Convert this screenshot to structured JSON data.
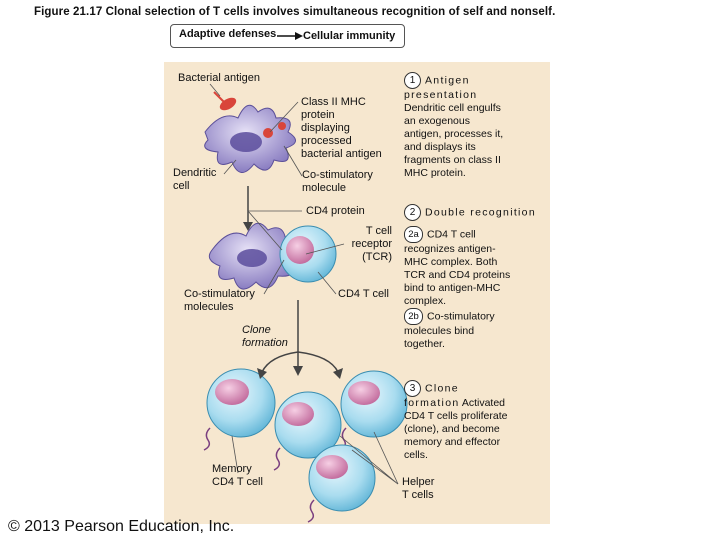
{
  "title": "Figure 21.17 Clonal selection of T cells involves simultaneous recognition of self and nonself.",
  "breadcrumb": {
    "from": "Adaptive defenses",
    "to": "Cellular immunity"
  },
  "labels": {
    "bacterial_antigen": "Bacterial antigen",
    "class2": "Class II MHC\nprotein\ndisplaying\nprocessed\nbacterial antigen",
    "dendritic_cell": "Dendritic\ncell",
    "costim_molecule": "Co-stimulatory\nmolecule",
    "cd4_protein": "CD4 protein",
    "tcr": "T cell\nreceptor\n(TCR)",
    "costim_molecules": "Co-stimulatory\nmolecules",
    "cd4_tcell": "CD4 T cell",
    "clone_formation": "Clone\nformation",
    "memory_cd4": "Memory\nCD4 T cell",
    "helper_tcells": "Helper\nT cells"
  },
  "steps": {
    "s1_num": "1",
    "s1_title": "Antigen\npresentation",
    "s1_text": "Dendritic cell engulfs\nan exogenous\nantigen, processes it,\nand displays its\nfragments on class II\nMHC protein.",
    "s2_num": "2",
    "s2_title": "Double recognition",
    "s2a_num": "2a",
    "s2a_text": "CD4 T cell\nrecognizes antigen-\nMHC complex. Both\nTCR and CD4 proteins\nbind to antigen-MHC\ncomplex.",
    "s2b_num": "2b",
    "s2b_text": "Co-stimulatory\nmolecules bind\ntogether.",
    "s3_num": "3",
    "s3_title": "Clone\nformation",
    "s3_text": "Activated\nCD4 T cells proliferate\n(clone), and become\nmemory and effector\ncells."
  },
  "copyright": "© 2013 Pearson Education, Inc.",
  "colors": {
    "panel": "#f6e7cf",
    "dendritic": "#8b7fc4",
    "tcell": "#a9dcef",
    "nucleus": "#d98bb6",
    "antigen": "#d9453a"
  }
}
